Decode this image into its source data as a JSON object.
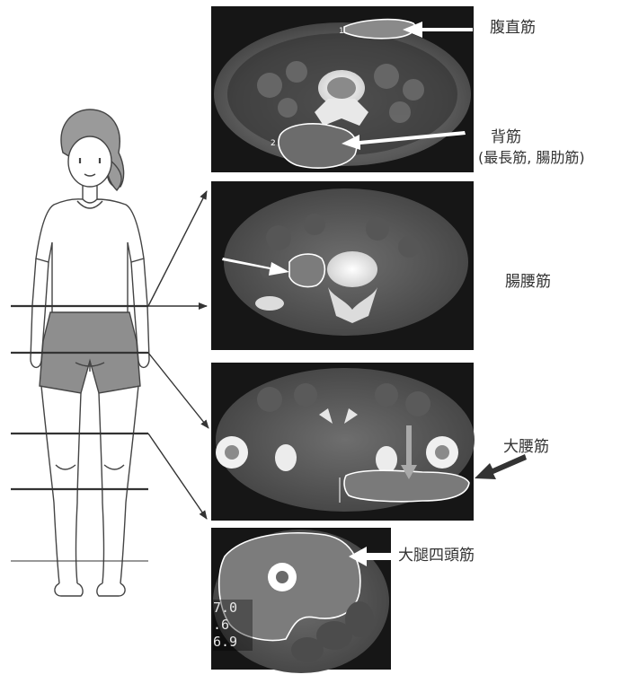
{
  "labels": {
    "rectus_abdominis": "腹直筋",
    "back_muscles": "背筋",
    "back_muscles_detail": "(最長筋, 腸肋筋)",
    "iliopsoas": "腸腰筋",
    "gluteus_maximus": "大腰筋",
    "quadriceps": "大腿四頭筋"
  },
  "panel1_numbers": {
    "n1": "1",
    "n2": "2"
  },
  "readout": [
    "7.0",
    ".6",
    "6.9"
  ],
  "colors": {
    "ct_background": "#161616",
    "outline": "#ffffff",
    "pointer_line": "#333333",
    "figure_line": "#444444",
    "shorts_fill": "#8e8e8e"
  }
}
